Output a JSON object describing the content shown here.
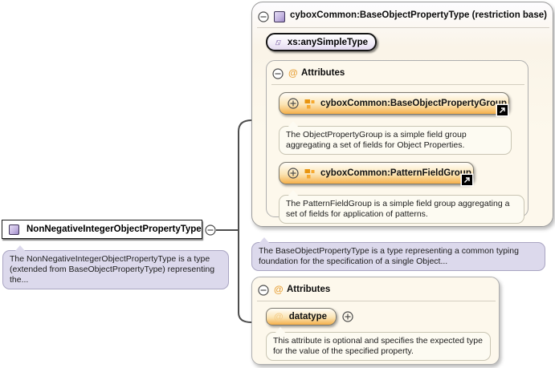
{
  "colors": {
    "accent_orange": "#f5b04a",
    "at_orange": "#e8a33d",
    "lavender_bubble": "#dcd9ec",
    "cream_panel": "#fdf8ec",
    "connector_line": "#4d4d4d",
    "type_icon_purple": "#9e8bc8"
  },
  "icons": {
    "at_glyph": "@"
  },
  "root_node": {
    "title": "NonNegativeIntegerObjectPropertyType",
    "description": "The NonNegativeIntegerObjectPropertyType is a type (extended from BaseObjectPropertyType) representing the..."
  },
  "base_type": {
    "title": "cyboxCommon:BaseObjectPropertyType (restriction base)",
    "simple_type_label": "xs:anySimpleType",
    "attributes": {
      "header": "Attributes",
      "groups": [
        {
          "label": "cyboxCommon:BaseObjectPropertyGroup",
          "description": "The ObjectPropertyGroup is a simple field group aggregating a set of fields for Object Properties."
        },
        {
          "label": "cyboxCommon:PatternFieldGroup",
          "description": "The PatternFieldGroup is a simple field group aggregating a set of fields for application of patterns."
        }
      ]
    },
    "description": "The BaseObjectPropertyType is a type representing a common typing foundation for the specification of a single Object..."
  },
  "own_attributes": {
    "header": "Attributes",
    "attribute": {
      "name": "datatype",
      "description": "This attribute is optional and specifies the expected type for the value of the specified property."
    }
  }
}
